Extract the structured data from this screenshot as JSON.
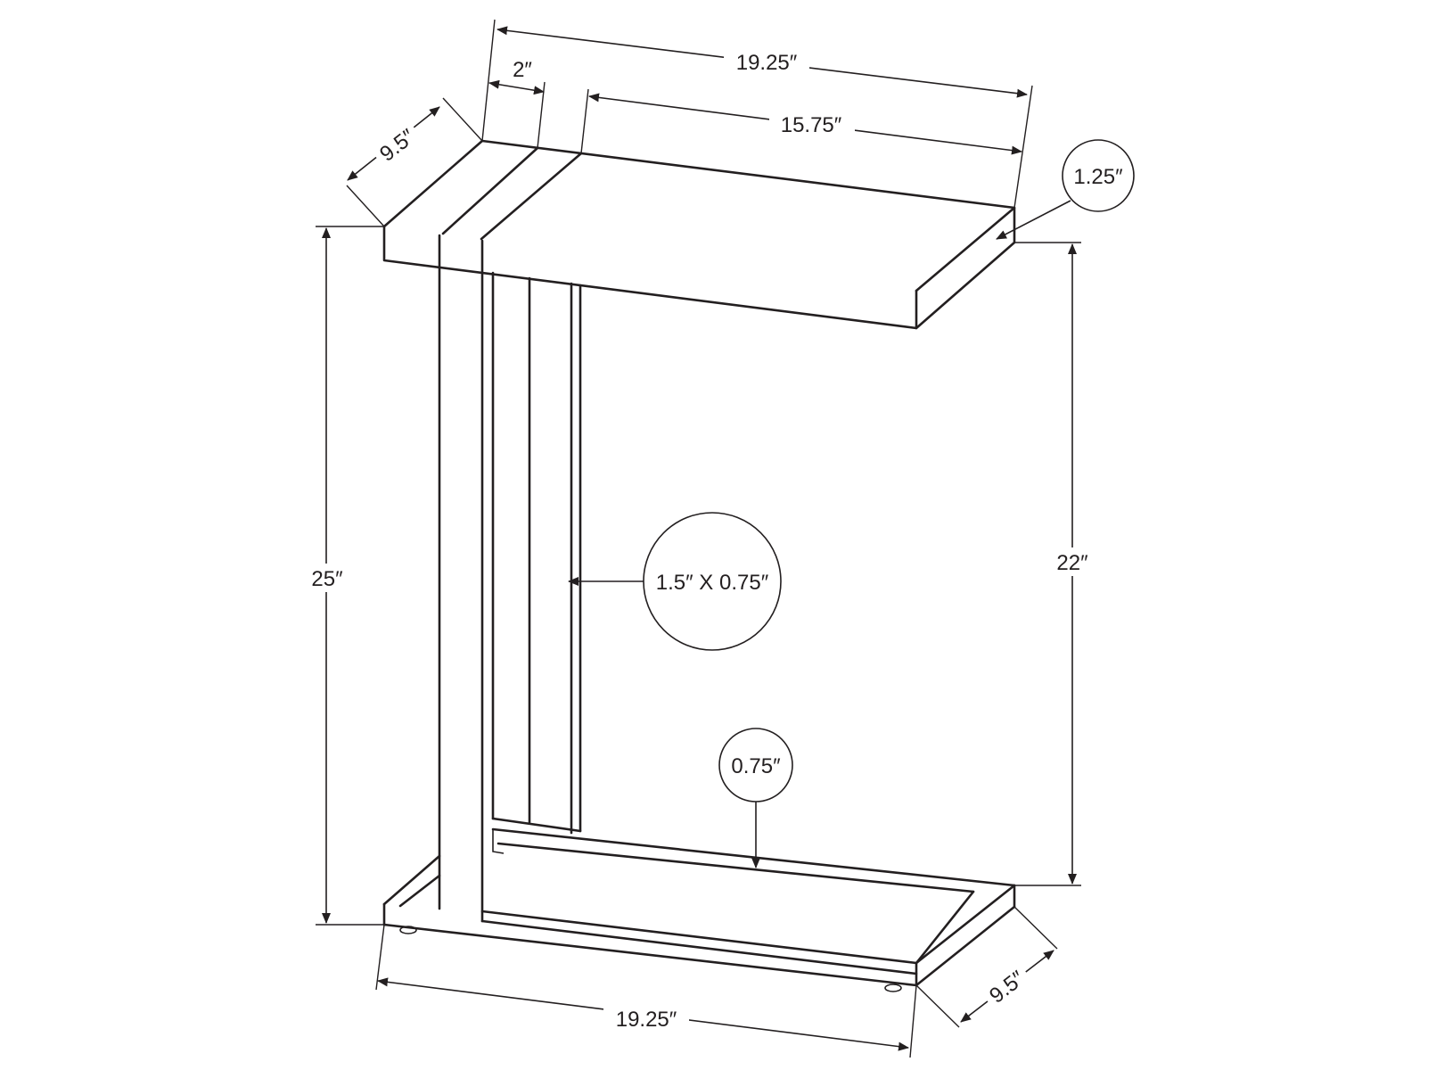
{
  "dimensions": {
    "top_width": "19.25″",
    "top_depth": "9.5″",
    "post_width": "2″",
    "top_span": "15.75″",
    "top_thickness": "1.25″",
    "overall_height": "25″",
    "clearance_height": "22″",
    "tube_size": "1.5″ X 0.75″",
    "base_tube": "0.75″",
    "base_width": "19.25″",
    "base_depth": "9.5″"
  },
  "colors": {
    "line": "#231f20",
    "background": "#ffffff"
  }
}
